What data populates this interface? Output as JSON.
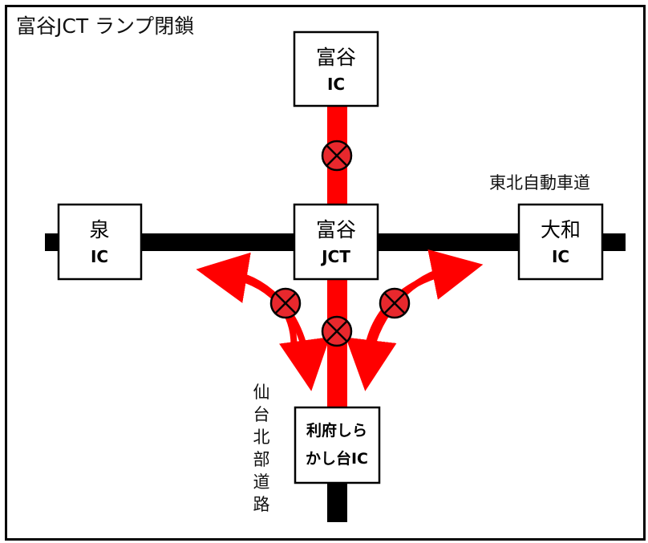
{
  "title": "富谷JCT ランプ閉鎖",
  "nodes": {
    "north": {
      "line1": "富谷",
      "line2": "IC"
    },
    "center": {
      "line1": "富谷",
      "line2": "JCT"
    },
    "west": {
      "line1": "泉",
      "line2": "IC"
    },
    "east": {
      "line1": "大和",
      "line2": "IC"
    },
    "south": {
      "line1": "利府しら",
      "line2": "かし台IC"
    }
  },
  "roads": {
    "expressway": "東北自動車道",
    "sendai_north": [
      "仙",
      "台",
      "北",
      "部",
      "道",
      "路"
    ]
  },
  "colors": {
    "closed_route": "#ff0000",
    "road": "#000000",
    "closure_marker_fill": "#e8282d"
  },
  "closure_markers": [
    "north-ramp",
    "southwest-ramp",
    "south-ramp",
    "southeast-ramp"
  ]
}
